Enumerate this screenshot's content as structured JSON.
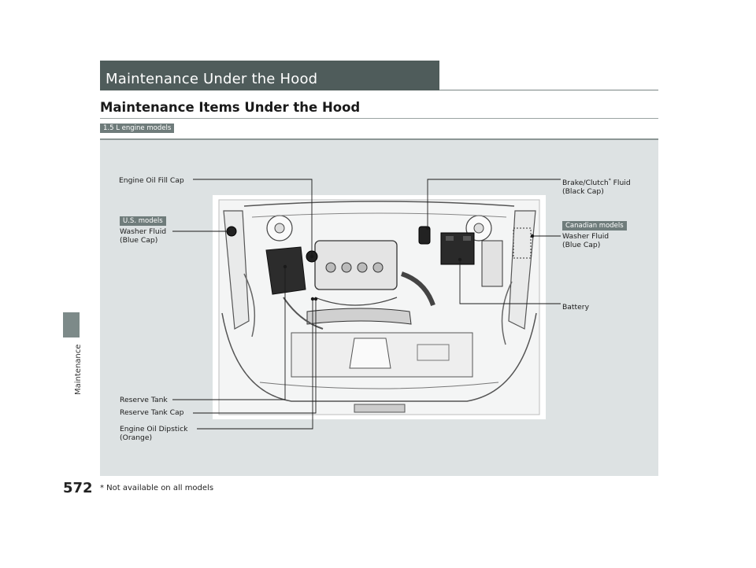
{
  "page": {
    "number": "572",
    "side_label": "Maintenance",
    "section_title": "Maintenance Under the Hood",
    "heading": "Maintenance Items Under the Hood",
    "engine_tag": "1.5 L engine models",
    "footnote": "* Not available on all models"
  },
  "callouts": {
    "engine_oil_fill_cap": "Engine Oil Fill Cap",
    "us_models_tag": "U.S. models",
    "washer_fluid_left_line1": "Washer Fluid",
    "washer_fluid_left_line2": "(Blue Cap)",
    "reserve_tank": "Reserve Tank",
    "reserve_tank_cap": "Reserve Tank Cap",
    "engine_oil_dipstick_line1": "Engine Oil Dipstick",
    "engine_oil_dipstick_line2": "(Orange)",
    "brake_clutch_line1": "Brake/Clutch",
    "brake_clutch_asterisk": "*",
    "brake_clutch_suffix": " Fluid",
    "brake_clutch_line2": "(Black Cap)",
    "canadian_models_tag": "Canadian models",
    "washer_fluid_right_line1": "Washer Fluid",
    "washer_fluid_right_line2": "(Blue Cap)",
    "battery": "Battery"
  },
  "colors": {
    "banner": "#4f5c5b",
    "panel": "#dde2e3",
    "tag": "#6f7c7b",
    "side_tab": "#7d8a89"
  }
}
